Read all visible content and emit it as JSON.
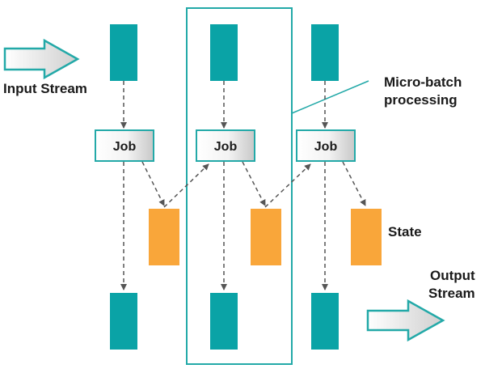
{
  "labels": {
    "input_stream": "Input Stream",
    "micro_batch_line1": "Micro-batch",
    "micro_batch_line2": "processing",
    "state": "State",
    "output_line1": "Output",
    "output_line2": "Stream"
  },
  "jobs": [
    "Job",
    "Job",
    "Job"
  ],
  "colors": {
    "data_block": "#0aa3a6",
    "state_block": "#f9a63a",
    "frame": "#23a9a8",
    "arrow_dash": "#555555"
  }
}
